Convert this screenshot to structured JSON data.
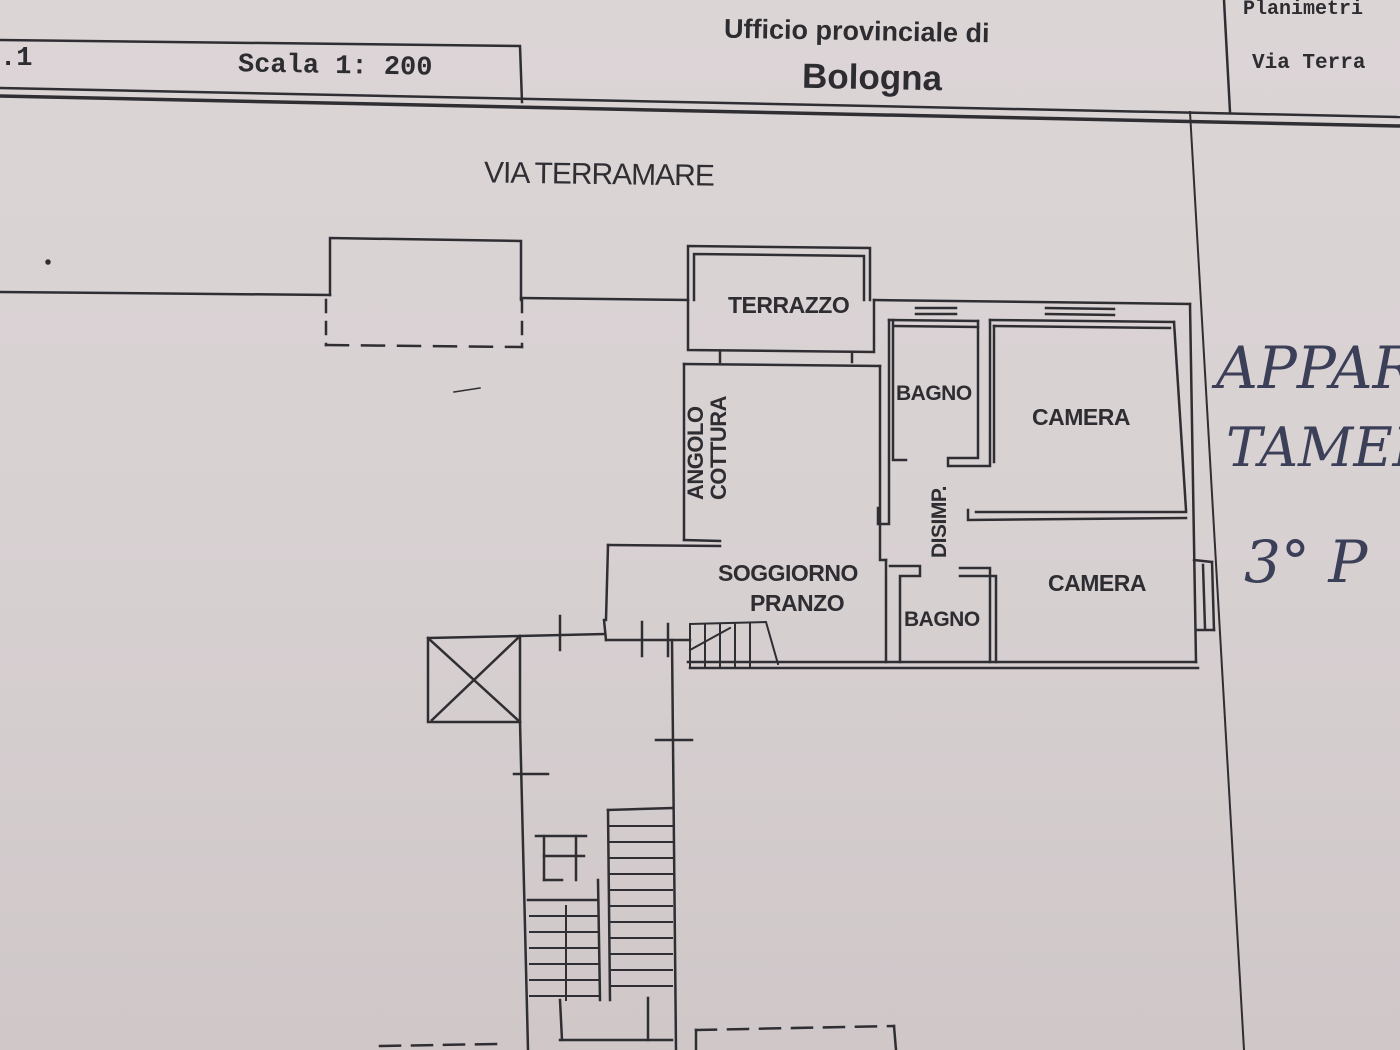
{
  "header": {
    "sheet_number": ".1",
    "scale": "Scala 1: 200",
    "office_line": "Ufficio provinciale di",
    "office_city": "Bologna",
    "plan_label": "Planimetri",
    "street_label": "Via Terra"
  },
  "plan": {
    "street_name": "VIA TERRAMARE",
    "rooms": {
      "terrazzo": "TERRAZZO",
      "angolo_cottura_1": "ANGOLO",
      "angolo_cottura_2": "COTTURA",
      "bagno_top": "BAGNO",
      "camera_top": "CAMERA",
      "disimp": "DISIMP.",
      "soggiorno": "SOGGIORNO",
      "pranzo": "PRANZO",
      "bagno_bottom": "BAGNO",
      "camera_bottom": "CAMERA"
    }
  },
  "handwriting": {
    "line1": "APPAR",
    "line2": "TAMEN",
    "line3": "3° P"
  },
  "colors": {
    "paper": "#d8d1d2",
    "ink": "#2d2c30",
    "pen": "#3c3f58"
  }
}
